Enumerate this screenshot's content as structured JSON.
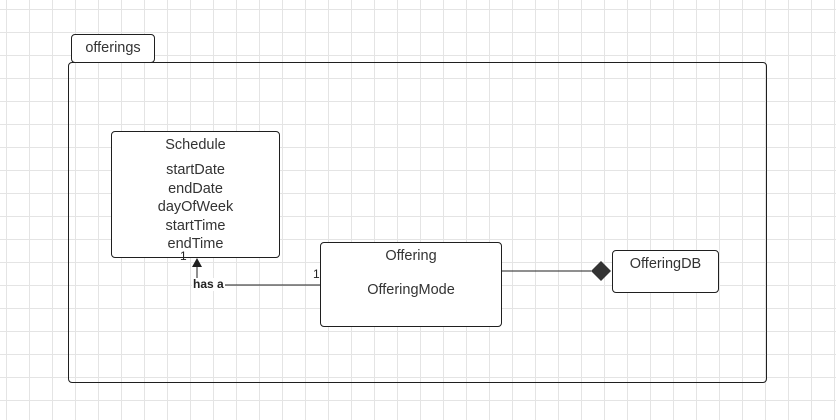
{
  "package": {
    "name": "offerings"
  },
  "classes": {
    "schedule": {
      "name": "Schedule",
      "attributes": [
        "startDate",
        "endDate",
        "dayOfWeek",
        "startTime",
        "endTime"
      ]
    },
    "offering": {
      "name": "Offering",
      "attributes": [
        "OfferingMode"
      ]
    },
    "offeringdb": {
      "name": "OfferingDB"
    }
  },
  "relations": {
    "association": {
      "label": "has a",
      "schedule_multiplicity": "1",
      "offering_multiplicity": "1"
    },
    "composition": {
      "from": "OfferingDB",
      "to": "Offering"
    }
  },
  "colors": {
    "line": "#1f1f1f",
    "grid": "#e4e4e4"
  }
}
